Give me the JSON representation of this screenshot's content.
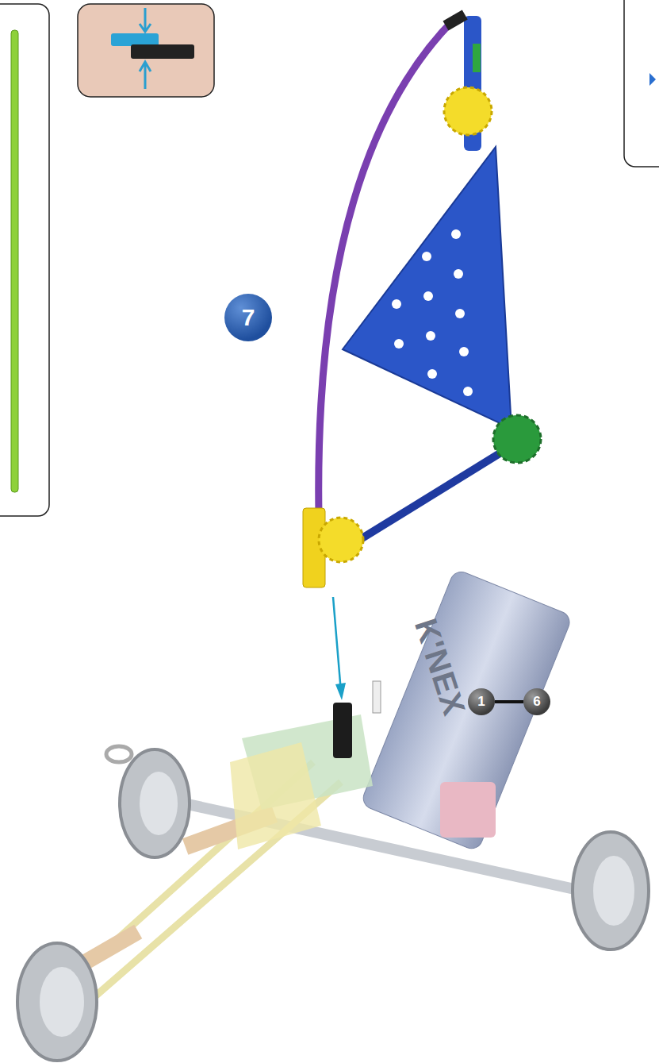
{
  "diagram": {
    "nodes": [
      {
        "text": [
          "7"
        ]
      },
      {
        "text": [
          "1"
        ]
      },
      {
        "text": [
          "6"
        ]
      }
    ],
    "edges": [
      {
        "from": 1,
        "to": 2,
        "arrow": "none"
      }
    ],
    "labels": [
      "K'NEX"
    ]
  }
}
